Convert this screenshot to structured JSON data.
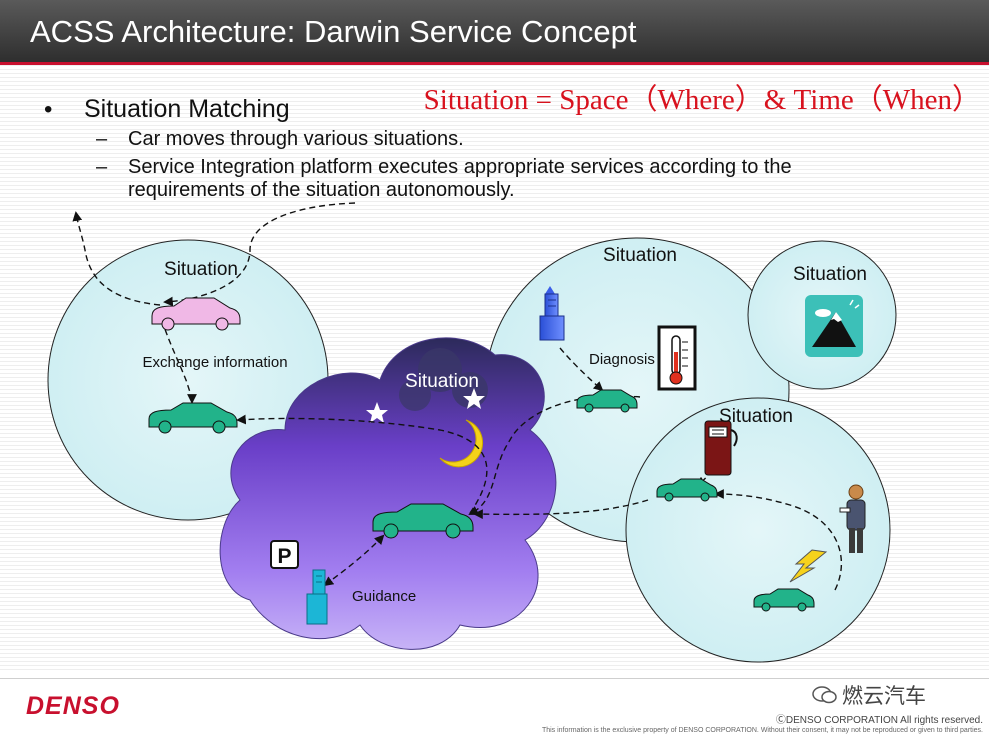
{
  "slide": {
    "title": "ACSS Architecture: Darwin Service Concept",
    "formula": "Situation = Space（Where）& Time（When）",
    "bullet_symbol": "•",
    "bullet": "Situation Matching",
    "dash_symbol": "–",
    "sub_items": [
      "Car moves through various situations.",
      "Service Integration platform executes appropriate services according to the",
      "requirements of the situation autonomously."
    ]
  },
  "diagram": {
    "situation_label": "Situation",
    "exchange_label": "Exchange information",
    "diagnosis_label": "Diagnosis",
    "guidance_label": "Guidance",
    "parking_label": "P"
  },
  "colors": {
    "accent_red": "#c8102e",
    "car_green": "#22b38a",
    "car_pink": "#f0b8e6",
    "night_purple": "#6a3fc8"
  },
  "icons": [
    "car-icon",
    "parking-icon",
    "building-icon",
    "thermometer-icon",
    "mountain-icon",
    "fuel-pump-icon",
    "person-icon",
    "lightning-icon",
    "star-icon",
    "moon-icon",
    "wechat-icon"
  ],
  "footer": {
    "logo": "DENSO",
    "copyright": "ⒸDENSO CORPORATION All rights reserved.",
    "disclaimer": "This information is the exclusive property of DENSO CORPORATION.  Without their consent, it may not be reproduced or given to third parties.",
    "watermark": "燃云汽车"
  }
}
